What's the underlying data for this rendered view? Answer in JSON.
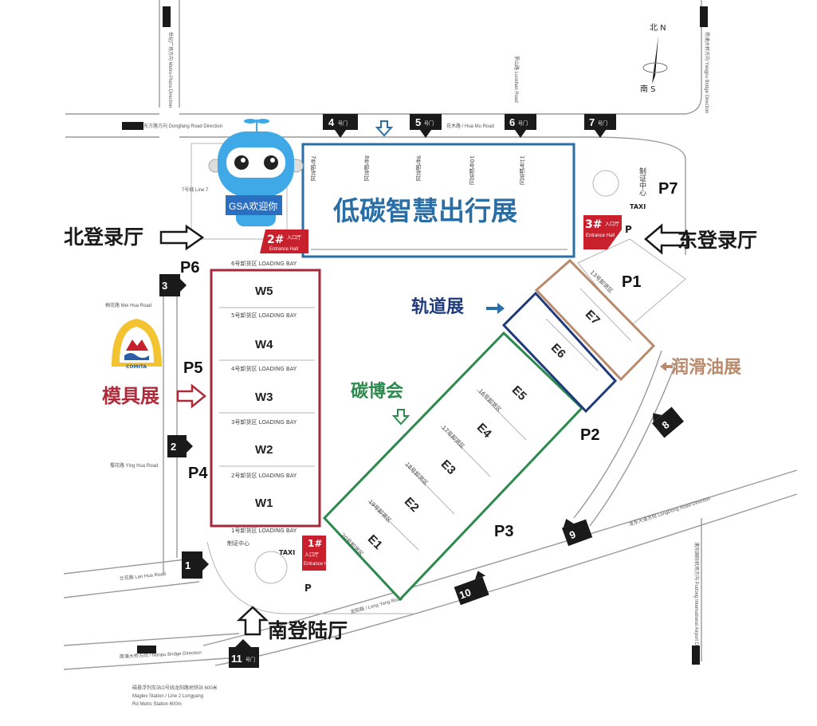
{
  "colors": {
    "low_carbon": "#2a6ea6",
    "mold": "#b02a3a",
    "rail": "#1f3b7c",
    "carbon_expo": "#2c8a4c",
    "lubricant": "#b98a6c",
    "entrance": "#c8202c",
    "mascot": "#3fa9e8"
  },
  "exhibitions": {
    "low_carbon": "低碳智慧出行展",
    "mold": "模具展",
    "rail": "轨道展",
    "carbon_expo": "碳博会",
    "lubricant": "润滑油展"
  },
  "registration": {
    "north": "北登录厅",
    "east": "东登录厅",
    "south": "南登陆厅"
  },
  "mascot": {
    "badge": "GSA欢迎你",
    "icon": "robot-mascot"
  },
  "logo": {
    "text": "COMITA"
  },
  "compass": {
    "north": "北 N",
    "south": "南 S"
  },
  "halls": {
    "w": [
      "W5",
      "W4",
      "W3",
      "W2",
      "W1"
    ],
    "e": [
      "E1",
      "E2",
      "E3",
      "E4",
      "E5",
      "E6",
      "E7"
    ]
  },
  "parking": {
    "p1": "P1",
    "p2": "P2",
    "p3": "P3",
    "p4": "P4",
    "p5": "P5",
    "p6": "P6",
    "p7": "P7"
  },
  "gates": {
    "g1": "1",
    "g2": "2",
    "g3": "3",
    "g4": "4",
    "g5": "5",
    "g6": "6",
    "g7": "7",
    "g8": "8",
    "g9": "9",
    "g10": "10",
    "g11": "11",
    "suffix": "号门"
  },
  "entrances": {
    "e1": {
      "num": "1#",
      "cn": "入口厅",
      "en": "Entrance Hall"
    },
    "e2": {
      "num": "2#",
      "cn": "入口厅",
      "en": "Entrance Hall"
    },
    "e3": {
      "num": "3#",
      "cn": "入口厅",
      "en": "Entrance Hall"
    }
  },
  "loading_bays": {
    "b1": "1号卸货区  LOADING BAY",
    "b2": "2号卸货区  LOADING BAY",
    "b3": "3号卸货区  LOADING BAY",
    "b4": "4号卸货区  LOADING BAY",
    "b5": "5号卸货区  LOADING BAY",
    "b6": "6号卸货区  LOADING BAY",
    "b7": "7号卸货区",
    "b8": "8号卸货区",
    "b9": "9号卸货区",
    "b10": "10号卸货区",
    "b11": "11号卸货区",
    "b16": "16号卸货区",
    "b17": "17号卸货区",
    "b18": "18号卸货区",
    "b19": "19号卸货区",
    "b20": "20号卸货区",
    "b13": "13号卸货区"
  },
  "misc": {
    "taxi": "TAXI",
    "parking_p": "P",
    "cert_center": "制证中心",
    "line7": "7号线 Line 7"
  },
  "roads": {
    "dongfang": "东方路方向 Dongfang Road Direction",
    "huamu": "花木路 / Hua Mu Road",
    "longyang": "龙阳路 / Long Yang Road",
    "lanhua": "兰花路 Lan Hua Road",
    "meihua": "梅花路 Mei Hua Road",
    "yinghua": "樱花路 Ying Hua Road",
    "nanpu": "南浦大桥方向 / Nanpu Bridge Direction",
    "yangpu": "杨浦大桥方向 Yangpu Bridge Direction",
    "luoshan": "罗山路 Luoshan Road",
    "longdong": "龙东大道方向 LongDong Road Direction",
    "airport": "浦东国际机场方向 Pudong International Airport Direction",
    "century": "世纪广场方向 Metro-Plaza Direction",
    "metro1": "磁悬浮列车站/2号线龙阳路地铁站 600米",
    "metro2": "Maglev Station / Line 2 Longyang",
    "metro3": "Rd Metro Station 600m"
  }
}
